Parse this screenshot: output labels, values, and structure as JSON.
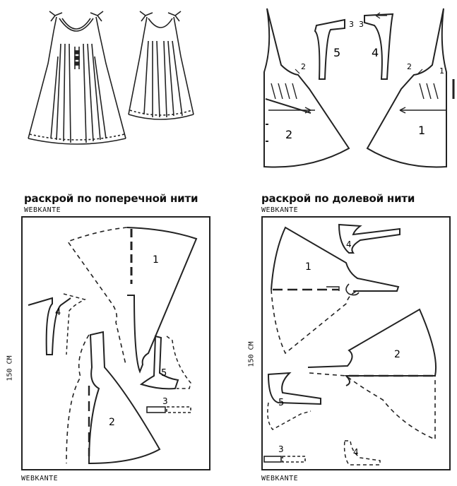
{
  "captions": {
    "left": "раскрой по поперечной нити",
    "right": "раскрой по долевой нити"
  },
  "selvage": {
    "top_left": "WEBKANTE",
    "bottom_left": "WEBKANTE",
    "top_right": "WEBKANTE",
    "bottom_right": "WEBKANTE"
  },
  "fabric_width": {
    "left": "150 CM",
    "right": "150 CM"
  },
  "piece_numbers": {
    "p1": "1",
    "p2": "2",
    "p3": "3",
    "p4": "4",
    "p5": "5"
  }
}
